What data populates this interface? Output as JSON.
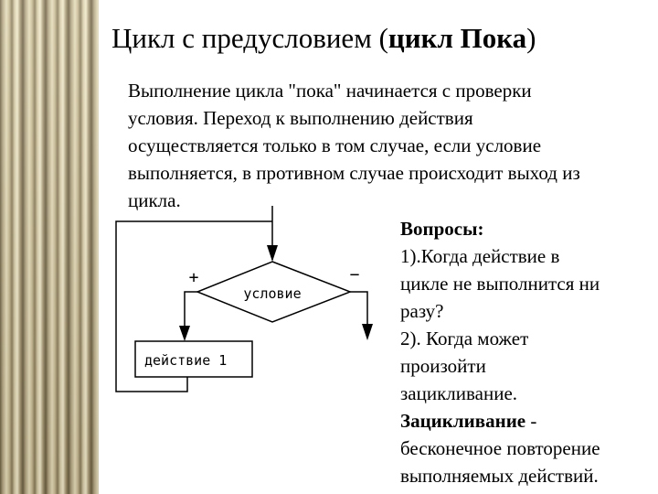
{
  "slide": {
    "title_prefix": "Цикл с предусловием (",
    "title_bold": "цикл Пока",
    "title_suffix": ")",
    "intro": "Выполнение цикла \"пока\" начинается с проверки условия. Переход к выполнению действия осуществляется только в том случае, если условие выполняется, в противном случае происходит выход из цикла.",
    "questions": {
      "heading": "Вопросы:",
      "q1_lines": [
        "1).Когда действие в",
        "цикле  не выполнится ни",
        "разу?"
      ],
      "q2_lines": [
        "2). Когда может",
        "произойти",
        "зацикливание."
      ],
      "term": "Зацикливание",
      "term_suffix": " -",
      "definition_lines": [
        "бесконечное повторение",
        "выполняемых действий."
      ]
    }
  },
  "flowchart": {
    "condition_label": "условие",
    "plus_label": "+",
    "minus_label": "−",
    "action_label": "действие 1"
  }
}
